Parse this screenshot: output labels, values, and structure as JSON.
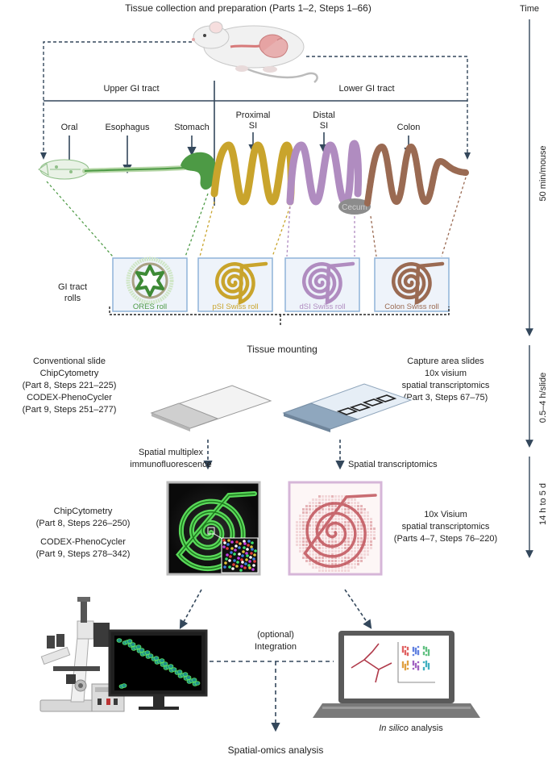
{
  "title": "Tissue collection and preparation (Parts 1–2, Steps 1–66)",
  "timeline": {
    "header": "Time",
    "stage1": "50 min/mouse",
    "stage2": "0.5–4 h/slide",
    "stage3": "14 h to 5 d"
  },
  "branches": {
    "upper": "Upper GI tract",
    "lower": "Lower GI tract"
  },
  "gi_segments": {
    "oral": "Oral",
    "esophagus": "Esophagus",
    "stomach": "Stomach",
    "proximal_line1": "Proximal",
    "proximal_line2": "SI",
    "distal_line1": "Distal",
    "distal_line2": "SI",
    "colon": "Colon",
    "cecum": "Cecum"
  },
  "rolls": {
    "label_line1": "GI tract",
    "label_line2": "rolls",
    "ores": "ORES roll",
    "psi": "pSI Swiss roll",
    "dsi": "dSI Swiss roll",
    "colon": "Colon Swiss roll"
  },
  "mounting": {
    "title": "Tissue mounting",
    "left_line1": "Conventional slide",
    "left_line2": "ChipCytometry",
    "left_line3": "(Part 8, Steps 221–225)",
    "left_line4": "CODEX-PhenoCycler",
    "left_line5": "(Part 9, Steps 251–277)",
    "right_line1": "Capture area slides",
    "right_line2": "10x visium",
    "right_line3": "spatial transcriptomics",
    "right_line4": "(Part 3, Steps 67–75)",
    "mid_left_line1": "Spatial multiplex",
    "mid_left_line2": "immunofluorescence",
    "mid_right": "Spatial transcriptomics"
  },
  "imaging": {
    "left_line1": "ChipCytometry",
    "left_line2": "(Part 8, Steps 226–250)",
    "left_line3": "CODEX-PhenoCycler",
    "left_line4": "(Part 9, Steps 278–342)",
    "right_line1": "10x Visium",
    "right_line2": "spatial transcriptomics",
    "right_line3": "(Parts 4–7, Steps 76–220)"
  },
  "analysis": {
    "integration_line1": "(optional)",
    "integration_line2": "Integration",
    "insilico_prefix": "In silico",
    "insilico_suffix": " analysis",
    "final": "Spatial-omics analysis"
  },
  "colors": {
    "navy": "#33475b",
    "ores": "#4d9a45",
    "psi": "#c9a42c",
    "dsi": "#b08cc0",
    "colon": "#9a6a52",
    "box_border": "#8fb3d9",
    "fluor": "#5ee45e"
  }
}
